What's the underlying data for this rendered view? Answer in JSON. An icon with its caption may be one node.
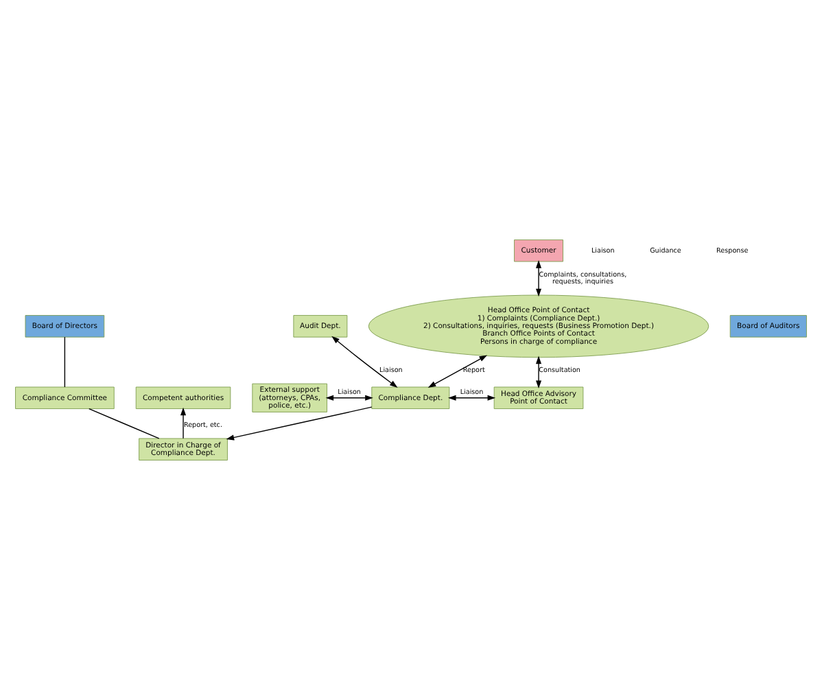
{
  "diagram": {
    "nodes": [
      {
        "text": [
          "Board of Directors"
        ]
      },
      {
        "text": [
          "Board of Auditors"
        ]
      },
      {
        "text": [
          "Compliance Committee"
        ]
      },
      {
        "text": [
          "Competent authorities"
        ]
      },
      {
        "text": [
          "Director in Charge of Compliance Dept."
        ]
      },
      {
        "text": [
          "External support (attorneys, CPAs, police, etc.)"
        ]
      },
      {
        "text": [
          "Compliance Dept."
        ]
      },
      {
        "text": [
          "Head Office Advisory Point of Contact"
        ]
      },
      {
        "text": [
          "Audit Dept."
        ]
      },
      {
        "text": [
          "Head Office Point of Contact",
          "1) Complaints (Compliance Dept.)",
          "2) Consultations, inquiries, requests (Business Promotion Dept.)",
          "Branch Office Points of Contact",
          "Persons in charge of compliance"
        ]
      },
      {
        "text": [
          "Customer"
        ]
      }
    ],
    "edges": [
      {
        "from": 0,
        "to": 2,
        "arrow": "none"
      },
      {
        "from": 2,
        "to": 4,
        "arrow": "none"
      },
      {
        "from": 4,
        "to": 3,
        "arrow": "to",
        "label": "Report, etc."
      },
      {
        "from": 6,
        "to": 4,
        "arrow": "to"
      },
      {
        "from": 5,
        "to": 6,
        "arrow": "both",
        "label": "Liaison"
      },
      {
        "from": 6,
        "to": 7,
        "arrow": "both",
        "label": "Liaison"
      },
      {
        "from": 8,
        "to": 6,
        "arrow": "both",
        "label": "Liaison"
      },
      {
        "from": 9,
        "to": 6,
        "arrow": "both",
        "label": "Report"
      },
      {
        "from": 9,
        "to": 7,
        "arrow": "both",
        "label": "Consultation"
      },
      {
        "from": 10,
        "to": 9,
        "arrow": "both",
        "label": "Complaints, consultations, requests, inquiries"
      }
    ],
    "labels": [
      "Liaison",
      "Guidance",
      "Response"
    ]
  }
}
